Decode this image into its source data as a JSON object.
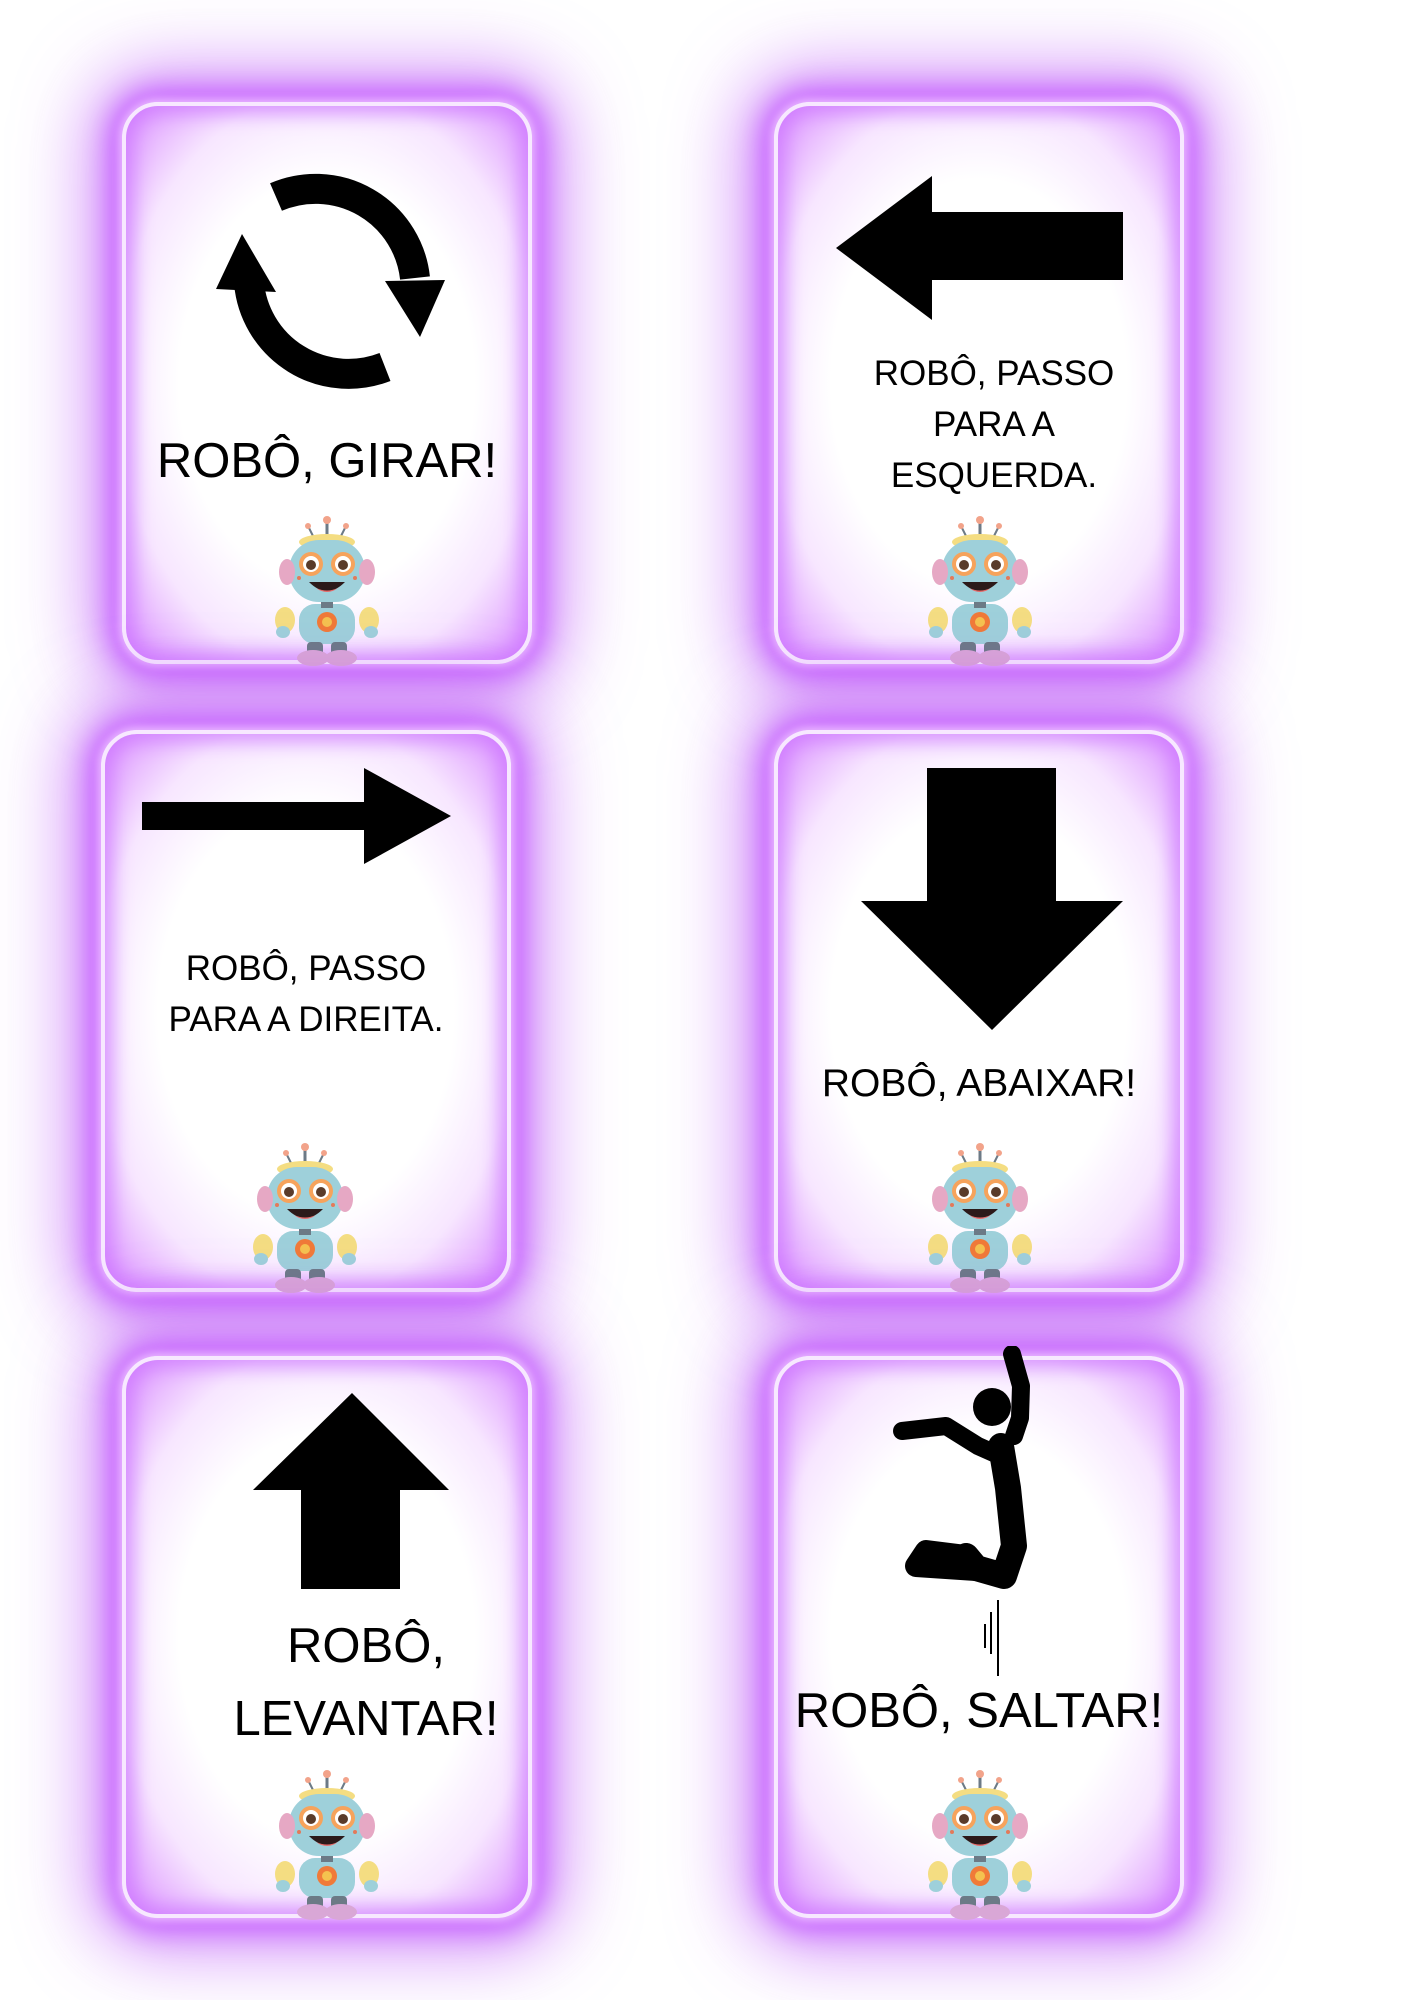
{
  "cards": [
    {
      "label": "ROBÔ, GIRAR!",
      "icon": "rotate-arrows-icon"
    },
    {
      "label": "ROBÔ, PASSO\nPARA A\nESQUERDA.",
      "icon": "arrow-left-icon"
    },
    {
      "label": "ROBÔ, PASSO\nPARA A DIREITA.",
      "icon": "arrow-right-icon"
    },
    {
      "label": "ROBÔ, ABAIXAR!",
      "icon": "arrow-down-icon"
    },
    {
      "label": "ROBÔ,\nLEVANTAR!",
      "icon": "arrow-up-icon"
    },
    {
      "label": "ROBÔ, SALTAR!",
      "icon": "jumping-person-icon"
    }
  ],
  "colors": {
    "glow": "#c45cff",
    "border": "#f7e8ff",
    "icon": "#000000"
  }
}
